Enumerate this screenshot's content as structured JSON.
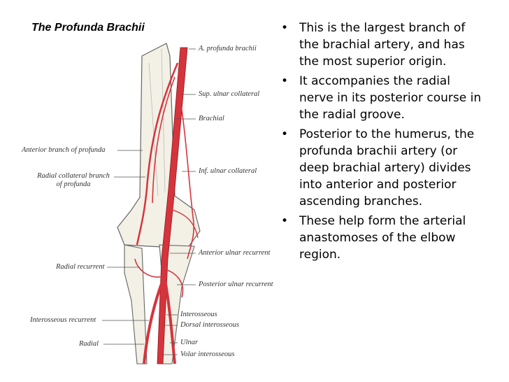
{
  "title": "The Profunda Brachii",
  "figure_labels": {
    "a_profunda_brachii": "A. profunda brachii",
    "sup_ulnar_collateral": "Sup. ulnar collateral",
    "brachial": "Brachial",
    "anterior_branch_of_profunda": "Anterior branch of profunda",
    "radial_collateral_branch": "Radial collateral branch",
    "of_profunda": "of profunda",
    "inf_ulnar_collateral": "Inf. ulnar collateral",
    "anterior_ulnar_recurrent": "Anterior ulnar recurrent",
    "radial_recurrent": "Radial recurrent",
    "posterior_ulnar_recurrent": "Posterior ulnar recurrent",
    "interosseous": "Interosseous",
    "interosseous_recurrent": "Interosseous recurrent",
    "dorsal_interosseous": "Dorsal interosseous",
    "radial": "Radial",
    "ulnar": "Ulnar",
    "volar_interosseous": "Volar interosseous"
  },
  "bullets": [
    "This is the largest branch of the brachial artery, and has the most superior origin.",
    "It accompanies the radial nerve in its posterior course in the radial groove.",
    "Posterior to the humerus, the profunda brachii artery (or deep brachial artery) divides into anterior and posterior ascending branches.",
    "These help form the arterial anastomoses of the elbow region."
  ],
  "colors": {
    "artery": "#d6343c",
    "bone": "#f3f0e6",
    "bone_outline": "#666666"
  },
  "bullet_glyph": "•"
}
